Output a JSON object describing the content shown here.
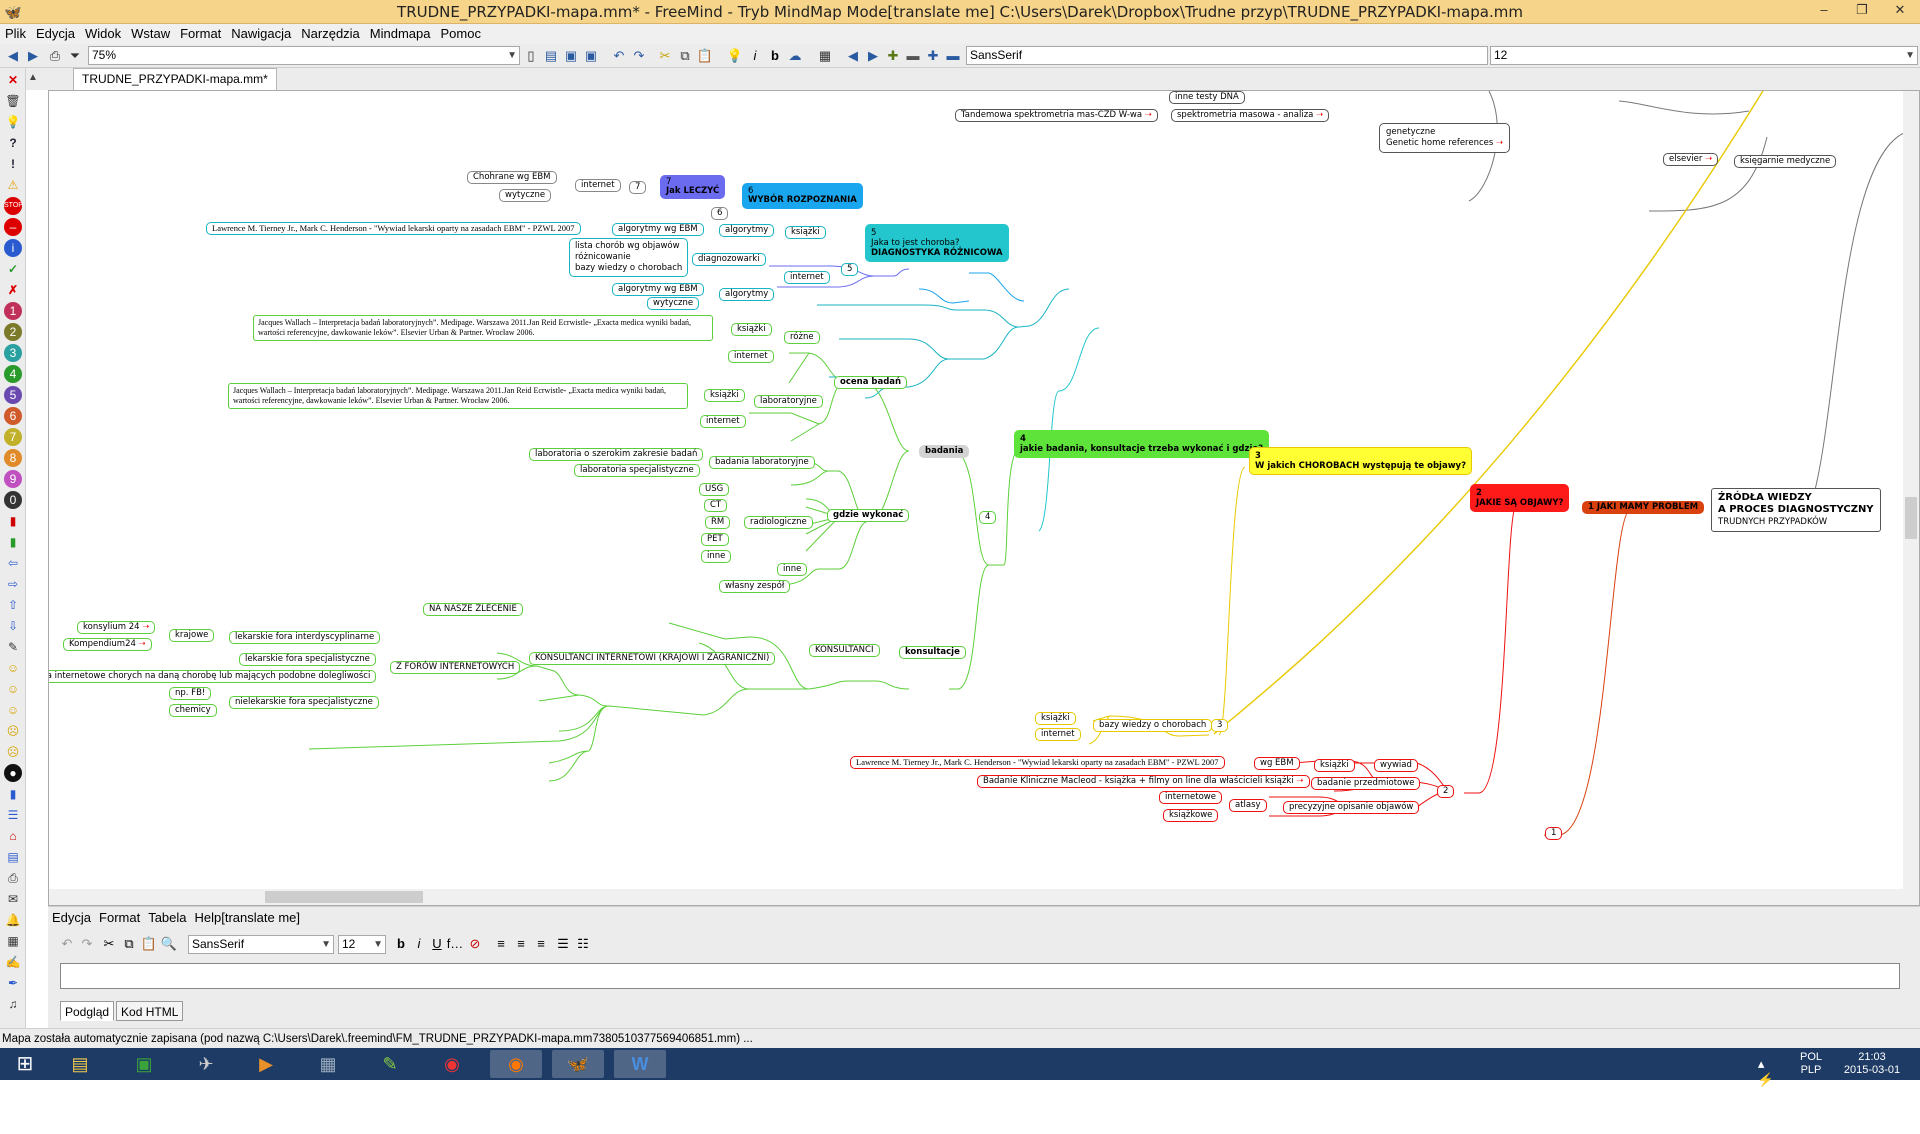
{
  "window": {
    "title": "TRUDNE_PRZYPADKI-mapa.mm* - FreeMind - Tryb MindMap Mode[translate me] C:\\Users\\Darek\\Dropbox\\Trudne przyp\\TRUDNE_PRZYPADKI-mapa.mm",
    "minimize": "–",
    "restore": "❐",
    "close": "✕"
  },
  "menu": [
    "Plik",
    "Edycja",
    "Widok",
    "Wstaw",
    "Format",
    "Nawigacja",
    "Narzędzia",
    "Mindmapa",
    "Pomoc"
  ],
  "toolbar": {
    "zoom": "75%",
    "font": "SansSerif",
    "size": "12"
  },
  "tab": {
    "label": "TRUDNE_PRZYPADKI-mapa.mm*"
  },
  "map": {
    "top": {
      "dna": "inne testy DNA",
      "tandem": "Tandemowa spektrometria mas-CZD W-wa",
      "spektrometria": "spektrometria masowa - analiza",
      "genetyczne1": "genetyczne",
      "genetyczne2": "Genetic home references",
      "elsevier": "elsevier",
      "ksiegarnie": "księgarnie medyczne"
    },
    "n7": {
      "num": "7",
      "title": "Jak LECZYĆ",
      "chohrane": "Chohrane wg EBM",
      "wytyczne": "wytyczne",
      "internet": "internet",
      "num2": "7"
    },
    "n6": {
      "num": "6",
      "title": "WYBÓR ROZPOZNANIA",
      "num2": "6"
    },
    "n5": {
      "num": "5",
      "q": "Jaka to jest choroba?",
      "title": "DIAGNOSTYKA RÓŻNICOWA",
      "tierney": "Lawrence M. Tierney Jr., Mark C. Henderson - \"Wywiad lekarski oparty na zasadach EBM\" - PZWL 2007",
      "alg_ebm": "algorytmy wg EBM",
      "algorytmy": "algorytmy",
      "ksiazki": "książki",
      "lista1": "lista chorób wg objawów",
      "lista2": "różnicowanie",
      "lista3": "bazy wiedzy o chorobach",
      "diagnozowarki": "diagnozowarki",
      "internet": "internet",
      "alg_ebm2": "algorytmy wg EBM",
      "algorytmy2": "algorytmy",
      "wytyczne": "wytyczne",
      "num2": "5"
    },
    "badania": {
      "box1_1": "Jacques Wallach – Interpretacja badań laboratoryjnych”.  Medipage. Warszawa 2011.",
      "box1_2": "Jan Reid Ecrwistle- „Exacta medica wyniki badań, wartości referencyjne, dawkowanie leków”. Elsevier Urban & Partner. Wrocław 2006.",
      "ksiazki1": "książki",
      "internet1": "internet",
      "rozne": "różne",
      "box2_1": "Jacques Wallach – Interpretacja badań laboratoryjnych”.  Medipage. Warszawa 2011.",
      "box2_2": "Jan Reid Ecrwistle- „Exacta medica wyniki badań, wartości referencyjne, dawkowanie leków”. Elsevier Urban & Partner. Wrocław 2006.",
      "ksiazki2": "książki",
      "internet2": "internet",
      "laboratoryjne": "laboratoryjne",
      "ocena": "ocena badań",
      "lab_szer": "laboratoria o szerokim zakresie badań",
      "lab_spec": "laboratoria specjalistyczne",
      "badania_lab": "badania laboratoryjne",
      "usg": "USG",
      "ct": "CT",
      "rm": "RM",
      "pet": "PET",
      "inne": "inne",
      "radiologiczne": "radiologiczne",
      "inne2": "inne",
      "gdzie": "gdzie wykonać",
      "badania": "badania",
      "num": "4"
    },
    "konsultacje": {
      "wlasny": "własny zespół",
      "nasze": "NA NASZE ZLECENIE",
      "konsylium": "konsylium 24",
      "kompendium": "Kompendium24",
      "krajowe": "krajowe",
      "interdyscyplinarne": "lekarskie fora interdyscyplinarne",
      "specjalistyczne": "lekarskie fora specjalistyczne",
      "fora_chorych": "fora internetowe chorych na daną chorobę lub mających podobne dolegliwości",
      "npfb": "np. FB!",
      "chemicy": "chemicy",
      "nielekarskie": "nielekarskie fora specjalistyczne",
      "z_forow": "Z FORÓW INTERNETOWYCH",
      "konsultanci_int": "KONSULTANCI INTERNETOWI (KRAJOWI I ZAGRANICZNI)",
      "konsultanci": "KONSULTANCI",
      "konsultacje": "konsultacje"
    },
    "n4": {
      "num": "4",
      "title": "jakie badania, konsultacje  trzeba wykonać i gdzie?"
    },
    "n3": {
      "num": "3",
      "title": "W jakich  CHOROBACH występują te objawy?",
      "ksiazki": "książki",
      "internet": "internet",
      "bazy": "bazy wiedzy o chorobach",
      "num2": "3"
    },
    "n2": {
      "num": "2",
      "title": "JAKIE SĄ OBJAWY?",
      "tierney": "Lawrence M. Tierney Jr., Mark C. Henderson - \"Wywiad lekarski oparty na zasadach EBM\" - PZWL 2007",
      "wgebm": "wg EBM",
      "ksiazki": "książki",
      "wywiad": "wywiad",
      "badanie_kl": "Badanie Kliniczne Macleod - książka + filmy on line dla właścicieli książki",
      "badanie_przed": "badanie przedmiotowe",
      "internetowe": "internetowe",
      "ksiazkowe": "książkowe",
      "atlasy": "atlasy",
      "precyzyjne": "precyzyjne opisanie objawów",
      "num2": "2"
    },
    "n1": {
      "num": "1",
      "title": "JAKI MAMY PROBLEM",
      "num2": "1"
    },
    "root": {
      "l1": "ŹRÓDŁA WIEDZY",
      "l2": "A PROCES DIAGNOSTYCZNY",
      "l3": "TRUDNYCH PRZYPADKÓW"
    }
  },
  "editor": {
    "menu": [
      "Edycja",
      "Format",
      "Tabela",
      "Help[translate me]"
    ],
    "font": "SansSerif",
    "size": "12",
    "tab_preview": "Podgląd",
    "tab_html": "Kod HTML"
  },
  "status": "Mapa została automatycznie zapisana (pod nazwą C:\\Users\\Darek\\.freemind\\FM_TRUDNE_PRZYPADKI-mapa.mm7380510377569406851.mm) ...",
  "taskbar": {
    "lang1": "POL",
    "lang2": "PLP",
    "time": "21:03",
    "date": "2015-03-01"
  },
  "colors": {
    "green": "#5ccf3a",
    "cyan": "#19b4c2",
    "yellow": "#e8c900",
    "red": "#e11111",
    "node7": "#6b6bf0",
    "node6": "#1aa6ee",
    "node5": "#22c6cc",
    "node4": "#5de33a",
    "node3": "#ffff33",
    "node2": "#ff1a1a",
    "node1": "#d9410f"
  }
}
